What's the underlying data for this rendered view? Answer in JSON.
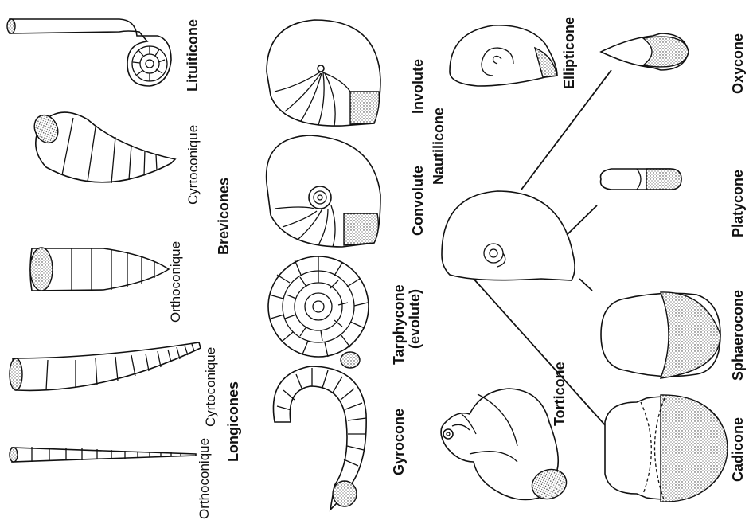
{
  "labels": {
    "orthoconique_long": "Orthoconique",
    "longicones": "Longicones",
    "cyrtoconique_long": "Cyrtoconique",
    "orthoconique_brev": "Orthoconique",
    "brevicones": "Brevicones",
    "cyrtoconique_brev": "Cyrtoconique",
    "lituiticone": "Lituiticone",
    "gyrocone": "Gyrocone",
    "tarphycone": "Tarphycone",
    "evolute": "(evolute)",
    "convolute": "Convolute",
    "involute": "Involute",
    "nautilicone": "Nautilicone",
    "torticone": "Torticone",
    "ellipticone": "Ellipticone",
    "cadicone": "Cadicone",
    "sphaerocone": "Sphaerocone",
    "platycone": "Platycone",
    "oxycone": "Oxycone"
  }
}
